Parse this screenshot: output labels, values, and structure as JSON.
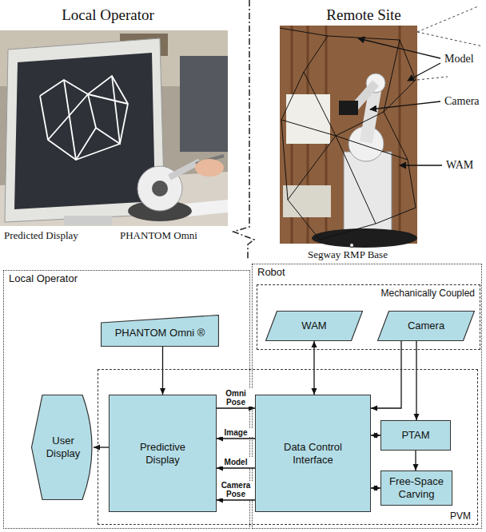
{
  "diagram": {
    "nodes": [
      {
        "text": [
          "Local Operator"
        ]
      },
      {
        "text": [
          "PHANTOM Omni ®"
        ],
        "in": 0
      },
      {
        "text": [
          "User Display"
        ],
        "in": 0
      },
      {
        "text": [
          "Robot"
        ]
      },
      {
        "text": [
          "Mechanically Coupled"
        ],
        "in": 3
      },
      {
        "text": [
          "WAM"
        ],
        "in": 4
      },
      {
        "text": [
          "Camera"
        ],
        "in": 4
      },
      {
        "text": [
          "PVM"
        ]
      },
      {
        "text": [
          "Predictive Display"
        ],
        "in": 7
      },
      {
        "text": [
          "Data Control Interface"
        ],
        "in": 7
      },
      {
        "text": [
          "PTAM"
        ],
        "in": 7
      },
      {
        "text": [
          "Free-Space Carving"
        ],
        "in": 7
      }
    ],
    "edges": [
      {
        "from": 1,
        "to": 8,
        "arrow": "to"
      },
      {
        "from": 8,
        "to": 2,
        "arrow": "to"
      },
      {
        "from": 8,
        "to": 9,
        "label": "Omni Pose",
        "arrow": "to"
      },
      {
        "from": 9,
        "to": 8,
        "label": "Image",
        "arrow": "to"
      },
      {
        "from": 9,
        "to": 8,
        "label": "Model",
        "arrow": "to"
      },
      {
        "from": 9,
        "to": 8,
        "label": "Camera Pose",
        "arrow": "to"
      },
      {
        "from": 5,
        "to": 9,
        "arrow": "both"
      },
      {
        "from": 6,
        "to": 9,
        "arrow": "to"
      },
      {
        "from": 6,
        "to": 10,
        "arrow": "to"
      },
      {
        "from": 9,
        "to": 10,
        "arrow": "both"
      },
      {
        "from": 10,
        "to": 11,
        "arrow": "to"
      },
      {
        "from": 9,
        "to": 11,
        "arrow": "both"
      }
    ],
    "labels": [
      "Local Operator",
      "Remote Site",
      "Model",
      "Camera",
      "WAM",
      "Predicted Display",
      "PHANTOM Omni",
      "Segway RMP Base"
    ]
  }
}
